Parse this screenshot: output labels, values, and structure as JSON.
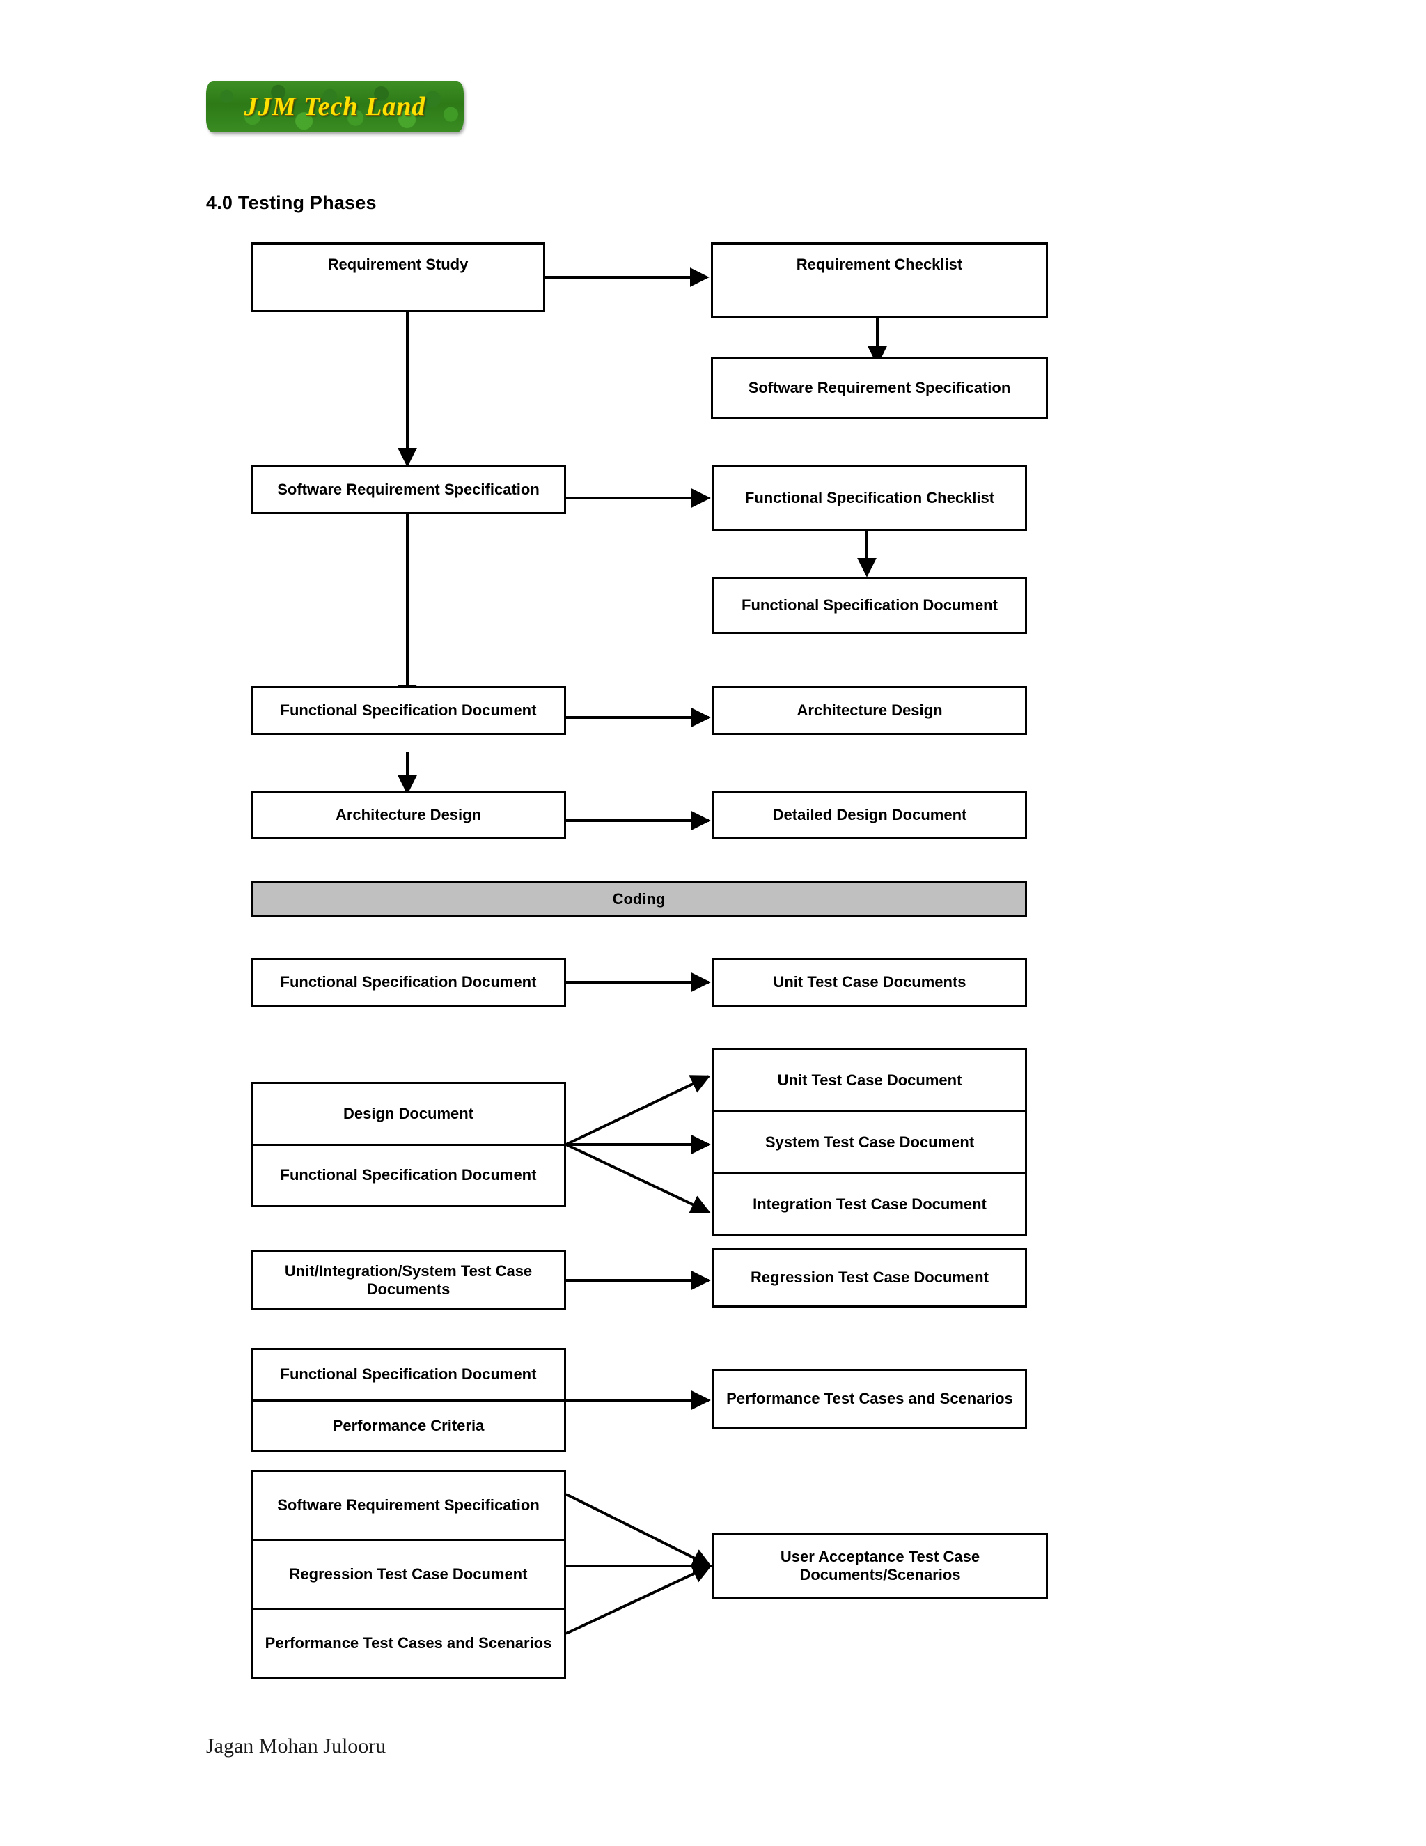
{
  "logo": {
    "text": "JJM Tech Land",
    "text_color": "#ffe000",
    "background_color": "#2d7a17"
  },
  "section": {
    "title": "4.0 Testing Phases"
  },
  "footer": {
    "author": "Jagan Mohan Julooru"
  },
  "theme": {
    "box_border": "#000000",
    "box_fill": "#ffffff",
    "coding_fill": "#c0c0c0",
    "text": "#000000"
  },
  "diagram": {
    "type": "flowchart",
    "nodes": {
      "requirement_study": {
        "label": "Requirement Study"
      },
      "requirement_checklist": {
        "label": "Requirement Checklist"
      },
      "srs_right_top": {
        "label": "Software Requirement Specification"
      },
      "srs_left": {
        "label": "Software Requirement Specification"
      },
      "fs_checklist": {
        "label": "Functional Specification Checklist"
      },
      "fs_document_right": {
        "label": "Functional Specification Document"
      },
      "fs_document_left": {
        "label": "Functional Specification Document"
      },
      "architecture_design_right": {
        "label": "Architecture Design"
      },
      "architecture_design_left": {
        "label": "Architecture Design"
      },
      "detailed_design_document": {
        "label": "Detailed Design Document"
      },
      "coding": {
        "label": "Coding"
      },
      "fs_document_coding": {
        "label": "Functional Specification Document"
      },
      "unit_test_case_documents": {
        "label": "Unit Test Case Documents"
      },
      "design_document": {
        "label": "Design Document"
      },
      "fs_document_stack": {
        "label": "Functional Specification Document"
      },
      "unit_test_case_document": {
        "label": "Unit Test Case Document"
      },
      "system_test_case_document": {
        "label": "System Test Case Document"
      },
      "integration_test_case_document": {
        "label": "Integration Test Case Document"
      },
      "uis_test_case_documents": {
        "label": "Unit/Integration/System Test Case Documents"
      },
      "regression_test_case_document": {
        "label": "Regression Test Case Document"
      },
      "fs_document_perf": {
        "label": "Functional Specification Document"
      },
      "performance_criteria": {
        "label": "Performance Criteria"
      },
      "performance_test_cases": {
        "label": "Performance Test Cases and Scenarios"
      },
      "srs_uat": {
        "label": "Software Requirement Specification"
      },
      "regression_test_case_uat": {
        "label": "Regression Test Case Document"
      },
      "performance_test_cases_uat": {
        "label": "Performance Test Cases and Scenarios"
      },
      "user_acceptance_test_cases": {
        "label": "User Acceptance Test Case Documents/Scenarios"
      }
    },
    "edges": [
      {
        "from": "requirement_study",
        "to": "requirement_checklist"
      },
      {
        "from": "requirement_checklist",
        "to": "srs_right_top"
      },
      {
        "from": "requirement_study",
        "to": "srs_left"
      },
      {
        "from": "srs_left",
        "to": "fs_checklist"
      },
      {
        "from": "fs_checklist",
        "to": "fs_document_right"
      },
      {
        "from": "srs_left",
        "to": "fs_document_left"
      },
      {
        "from": "fs_document_left",
        "to": "architecture_design_right"
      },
      {
        "from": "fs_document_left",
        "to": "architecture_design_left"
      },
      {
        "from": "architecture_design_left",
        "to": "detailed_design_document"
      },
      {
        "from": "fs_document_coding",
        "to": "unit_test_case_documents"
      },
      {
        "from": "design_document_stack",
        "to": "unit_test_case_document"
      },
      {
        "from": "design_document_stack",
        "to": "system_test_case_document"
      },
      {
        "from": "design_document_stack",
        "to": "integration_test_case_document"
      },
      {
        "from": "uis_test_case_documents",
        "to": "regression_test_case_document"
      },
      {
        "from": "perf_inputs_stack",
        "to": "performance_test_cases"
      },
      {
        "from": "srs_uat",
        "to": "user_acceptance_test_cases"
      },
      {
        "from": "regression_test_case_uat",
        "to": "user_acceptance_test_cases"
      },
      {
        "from": "performance_test_cases_uat",
        "to": "user_acceptance_test_cases"
      }
    ]
  }
}
